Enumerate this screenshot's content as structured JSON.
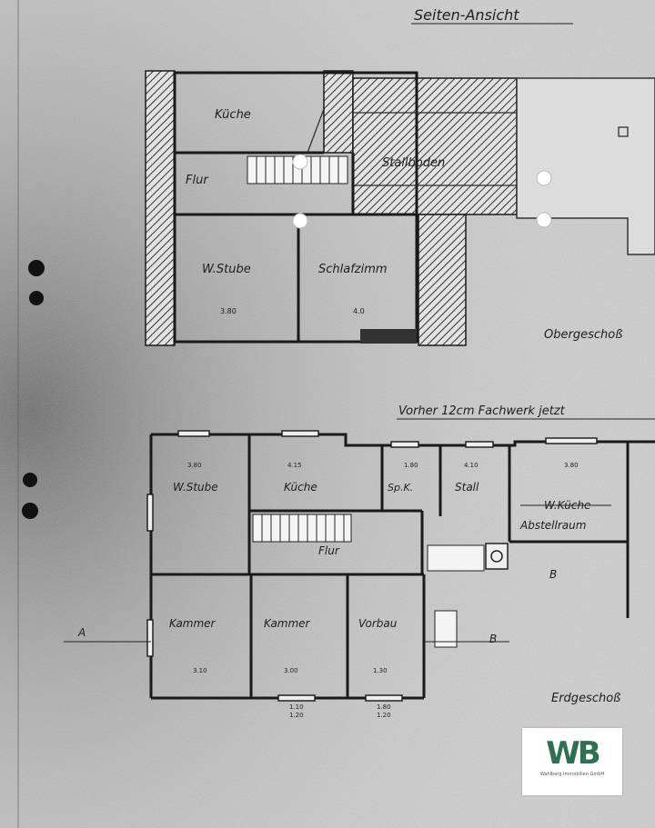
{
  "title": "Seiten-Ansicht",
  "upper_floor": {
    "label": "Obergeschoß",
    "rooms": {
      "kueche": "Küche",
      "flur": "Flur",
      "stallboden": "Stallboden",
      "wstube": "W.Stube",
      "schlafzimmer": "Schlafzimm"
    },
    "dims": {
      "d1": "3.80",
      "d2": "4.0"
    }
  },
  "ground_floor": {
    "label": "Erdgeschoß",
    "note": "Vorher 12cm Fachwerk jetzt",
    "rooms": {
      "wstube": "W.Stube",
      "kueche": "Küche",
      "spk": "Sp.K.",
      "stall": "Stall",
      "wkueche": "W.Küche",
      "abstellraum": "Abstellraum",
      "flur": "Flur",
      "kammer1": "Kammer",
      "kammer2": "Kammer",
      "vorbau": "Vorbau"
    },
    "dims": {
      "d1": "3.80",
      "d2": "4.15",
      "d3": "1.80",
      "d4": "4.10",
      "d5": "3.80",
      "d6": "3.10",
      "d7": "3.00",
      "d8": "1.30",
      "d9": "1.10",
      "d10": "1.20",
      "d11": "1.80",
      "d12": "1.20"
    },
    "section_a": "A",
    "section_b": "B",
    "section_b2": "B"
  },
  "logo": {
    "mark": "WB",
    "subtitle": "Wahlberg Immobilien GmbH",
    "color": "#2f6f52"
  }
}
